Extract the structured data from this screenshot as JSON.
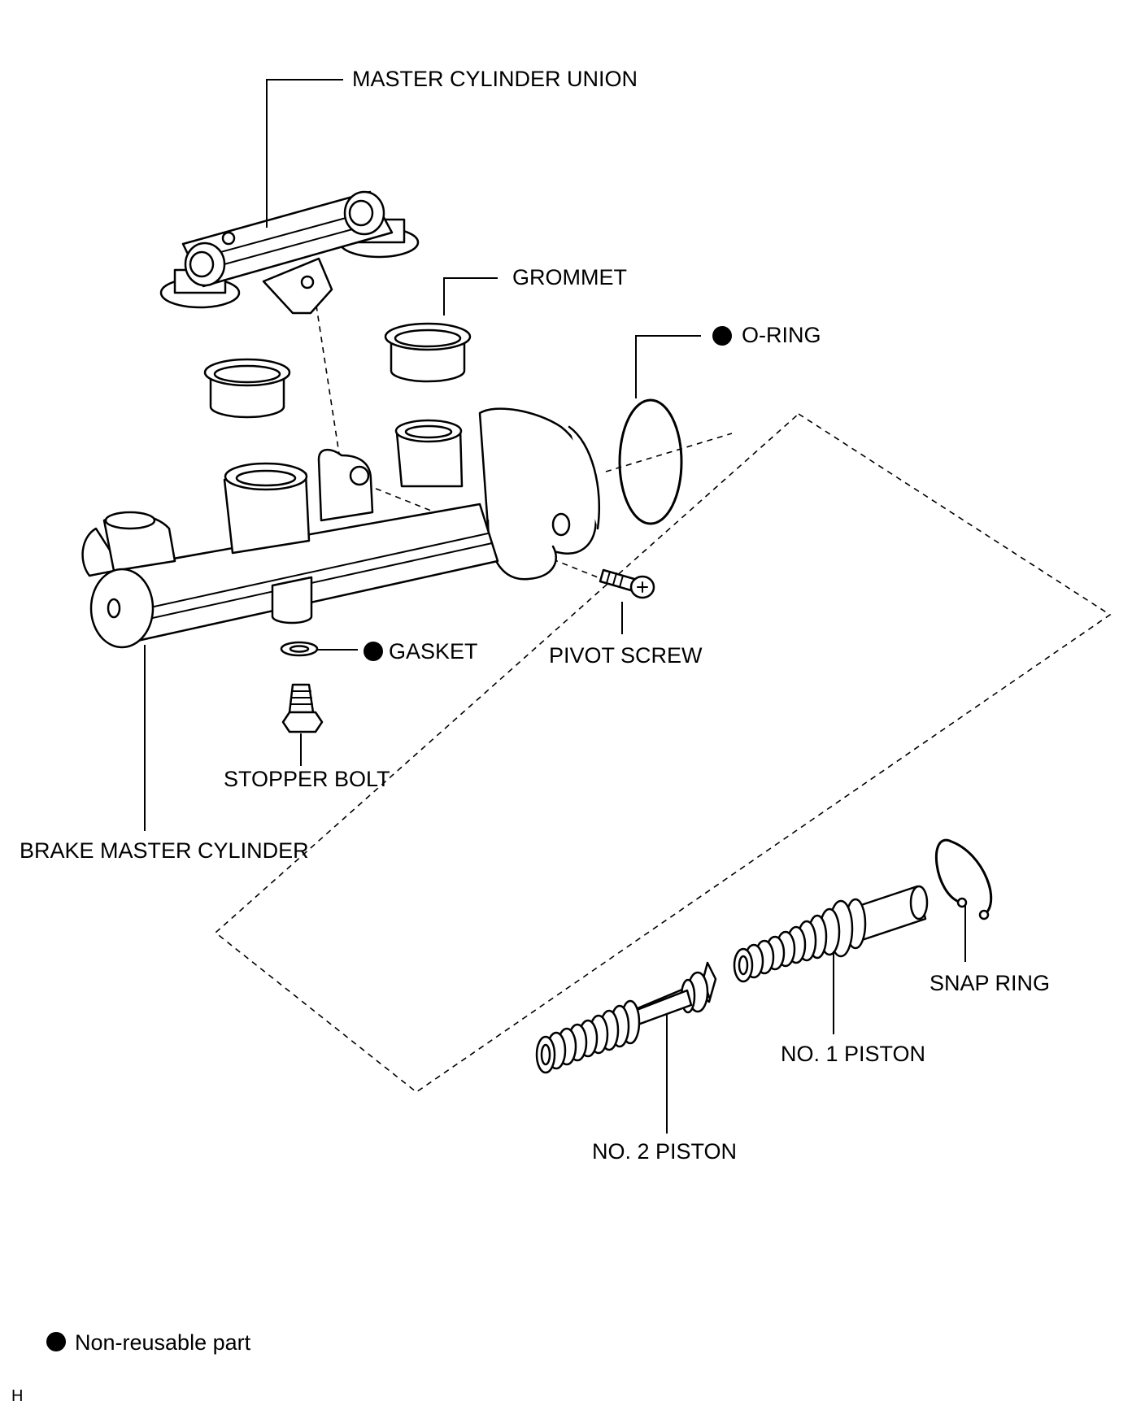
{
  "labels": {
    "master_cylinder_union": "MASTER CYLINDER UNION",
    "grommet": "GROMMET",
    "o_ring": "O-RING",
    "gasket": "GASKET",
    "pivot_screw": "PIVOT SCREW",
    "stopper_bolt": "STOPPER BOLT",
    "brake_master_cylinder": "BRAKE MASTER CYLINDER",
    "snap_ring": "SNAP RING",
    "no1_piston": "NO. 1 PISTON",
    "no2_piston": "NO. 2 PISTON"
  },
  "legend": {
    "non_reusable": "Non-reusable part"
  },
  "corner_code": "H"
}
